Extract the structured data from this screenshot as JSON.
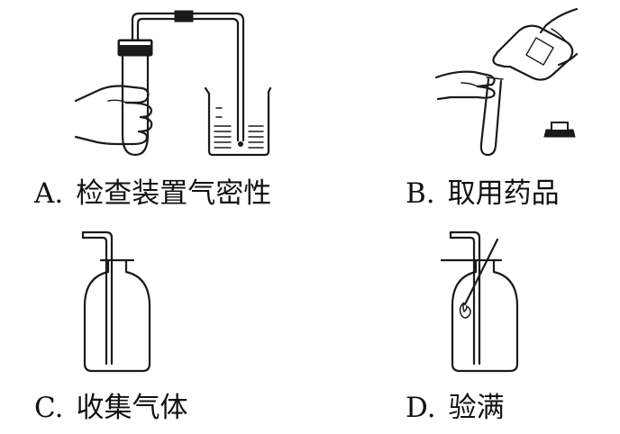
{
  "panels": [
    {
      "id": "A",
      "letter": "A.",
      "caption": "检查装置气密性"
    },
    {
      "id": "B",
      "letter": "B.",
      "caption": "取用药品"
    },
    {
      "id": "C",
      "letter": "C.",
      "caption": "收集气体"
    },
    {
      "id": "D",
      "letter": "D.",
      "caption": "验满"
    }
  ]
}
